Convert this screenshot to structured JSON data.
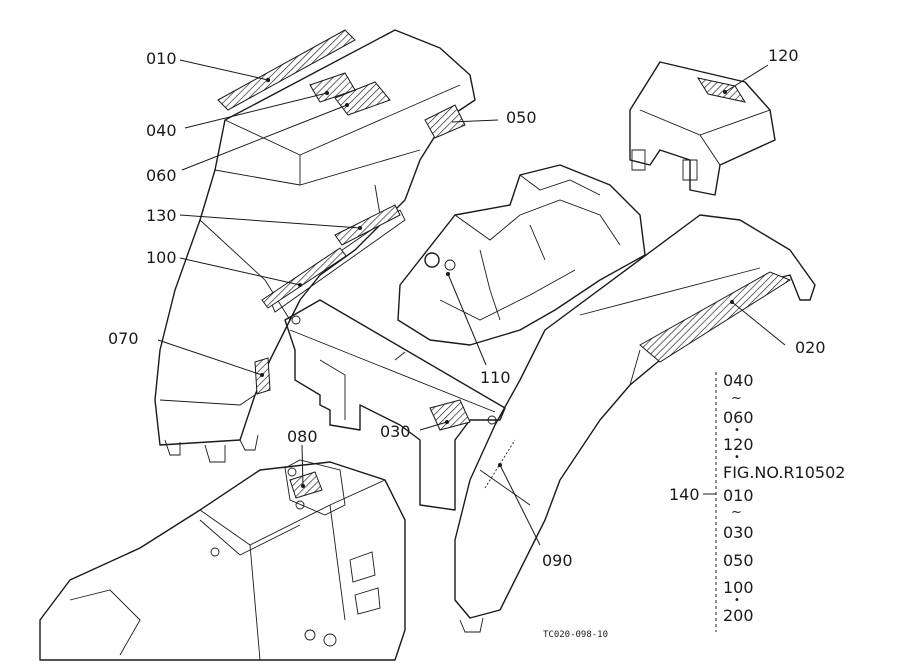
{
  "callouts": {
    "c010": "010",
    "c040": "040",
    "c060": "060",
    "c130": "130",
    "c100": "100",
    "c070": "070",
    "c080": "080",
    "c050": "050",
    "c120": "120",
    "c110": "110",
    "c020": "020",
    "c030": "030",
    "c090": "090"
  },
  "set_legend": {
    "id": "140",
    "tilde": "~",
    "bullet": "•",
    "items": [
      "040",
      "060",
      "120",
      "FIG.NO.R10502",
      "010",
      "030",
      "050",
      "100",
      "200"
    ]
  },
  "figure_code": "TC020-098-10"
}
